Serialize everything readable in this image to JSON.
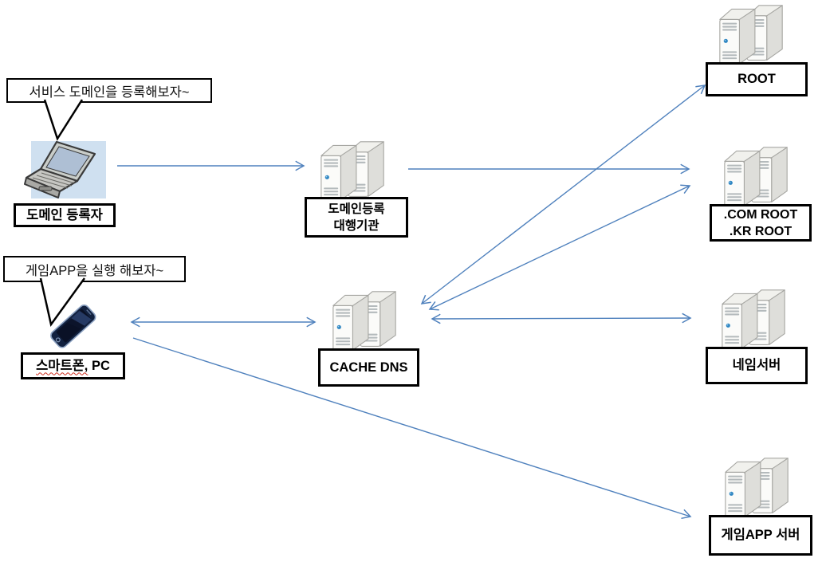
{
  "bubbles": {
    "register": {
      "text": "서비스 도메인을 등록해보자~"
    },
    "game": {
      "text": "게임APP을 실행 해보자~"
    }
  },
  "nodes": {
    "registrant": {
      "label": "도메인 등록자",
      "icon": "laptop-icon"
    },
    "registrar": {
      "label_line1": "도메인등록",
      "label_line2": "대행기관",
      "icon": "server-pair-icon"
    },
    "cache_dns": {
      "label": "CACHE DNS",
      "icon": "server-pair-icon"
    },
    "smartphone": {
      "label_underlined": "스마트폰,",
      "label_rest": " PC",
      "icon": "smartphone-icon"
    },
    "root": {
      "label": "ROOT",
      "icon": "server-pair-icon"
    },
    "com_kr_root": {
      "label_line1": ".COM ROOT",
      "label_line2": ".KR ROOT",
      "icon": "server-pair-icon"
    },
    "name_server": {
      "label": "네임서버",
      "icon": "server-pair-icon"
    },
    "game_app_server": {
      "label": "게임APP 서버",
      "icon": "server-pair-icon"
    }
  },
  "edges": [
    {
      "from": "registrant",
      "to": "registrar",
      "direction": "one-way"
    },
    {
      "from": "registrar",
      "to": "com_kr_root",
      "direction": "one-way"
    },
    {
      "from": "cache_dns",
      "to": "root",
      "direction": "two-way"
    },
    {
      "from": "cache_dns",
      "to": "com_kr_root",
      "direction": "two-way"
    },
    {
      "from": "smartphone",
      "to": "cache_dns",
      "direction": "two-way"
    },
    {
      "from": "cache_dns",
      "to": "name_server",
      "direction": "two-way"
    },
    {
      "from": "smartphone",
      "to": "game_app_server",
      "direction": "one-way"
    }
  ],
  "colors": {
    "arrow": "#4F81BD",
    "box_border": "#000000",
    "box_background": "#FFFFFF",
    "canvas_background": "#FFFFFF",
    "laptop_highlight": "#CFE0F0",
    "server_led": "#2F86C2",
    "spellcheck_underline": "#D03020"
  }
}
